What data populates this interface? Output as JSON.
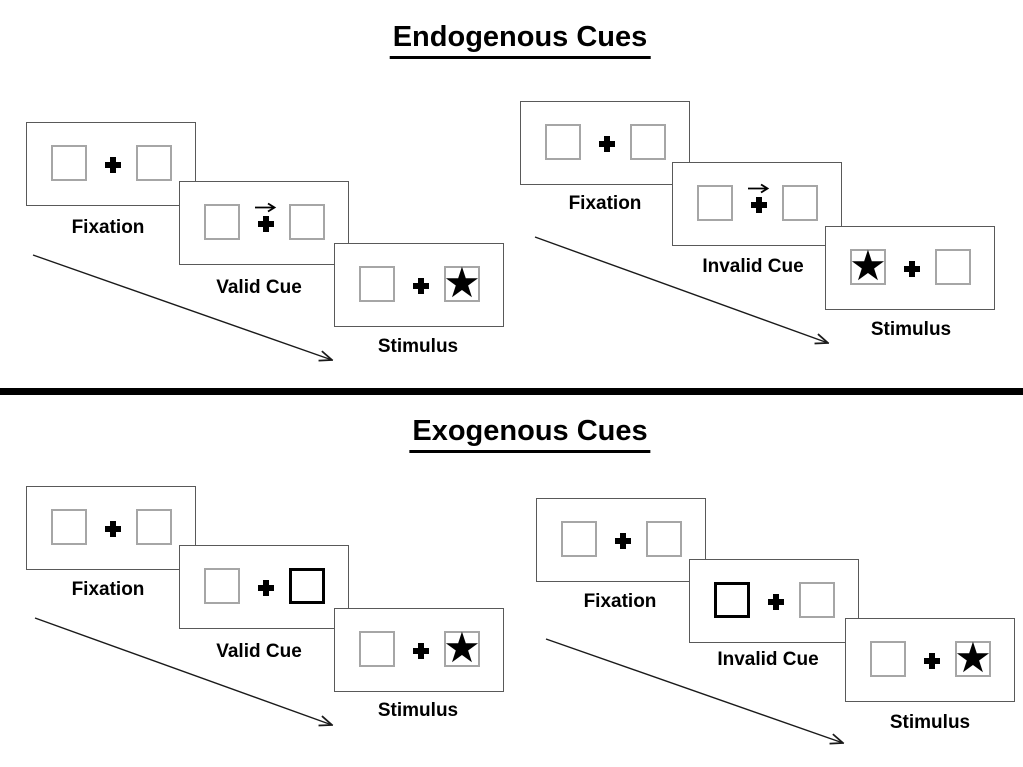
{
  "glyphs": {
    "star": "★",
    "fixation_cross": "+",
    "cue_arrow": "→"
  },
  "colors": {
    "background": "#ffffff",
    "panel_border": "#595959",
    "box_border": "#a6a6a6",
    "highlight_box_border": "#000000",
    "text": "#000000",
    "divider": "#000000",
    "arrow": "#1a1a1a"
  },
  "sections": [
    {
      "id": "endogenous",
      "title": "Endogenous Cues",
      "groups": [
        {
          "name": "valid-trial",
          "panels": [
            {
              "label": "Fixation",
              "left_box": "empty",
              "right_box": "empty",
              "cue": "none"
            },
            {
              "label": "Valid Cue",
              "left_box": "empty",
              "right_box": "empty",
              "cue": "central-arrow-pointing-right"
            },
            {
              "label": "Stimulus",
              "left_box": "empty",
              "right_box": "star",
              "cue": "none"
            }
          ]
        },
        {
          "name": "invalid-trial",
          "panels": [
            {
              "label": "Fixation",
              "left_box": "empty",
              "right_box": "empty",
              "cue": "none"
            },
            {
              "label": "Invalid Cue",
              "left_box": "empty",
              "right_box": "empty",
              "cue": "central-arrow-pointing-right"
            },
            {
              "label": "Stimulus",
              "left_box": "star",
              "right_box": "empty",
              "cue": "none"
            }
          ]
        }
      ]
    },
    {
      "id": "exogenous",
      "title": "Exogenous Cues",
      "groups": [
        {
          "name": "valid-trial",
          "panels": [
            {
              "label": "Fixation",
              "left_box": "empty",
              "right_box": "empty",
              "cue": "none"
            },
            {
              "label": "Valid Cue",
              "left_box": "empty",
              "right_box": "highlighted",
              "cue": "peripheral-box-highlight-right"
            },
            {
              "label": "Stimulus",
              "left_box": "empty",
              "right_box": "star",
              "cue": "none"
            }
          ]
        },
        {
          "name": "invalid-trial",
          "panels": [
            {
              "label": "Fixation",
              "left_box": "empty",
              "right_box": "empty",
              "cue": "none"
            },
            {
              "label": "Invalid Cue",
              "left_box": "highlighted",
              "right_box": "empty",
              "cue": "peripheral-box-highlight-left"
            },
            {
              "label": "Stimulus",
              "left_box": "empty",
              "right_box": "star",
              "cue": "none"
            }
          ]
        }
      ]
    }
  ]
}
